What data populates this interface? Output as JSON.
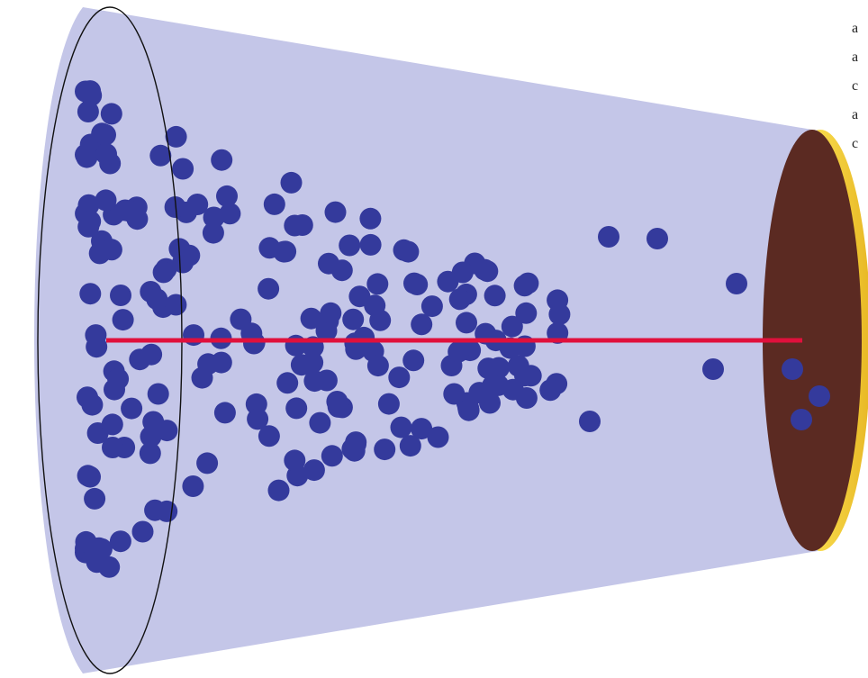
{
  "scene": {
    "cone_fill": "#c4c6e8",
    "cone_outline": "#111111",
    "particle_color": "#343a9c",
    "axis_color": "#e0103c",
    "detector_face_color": "#5e2a22",
    "detector_rim_color": "#f2c830",
    "particle_count": 200
  },
  "side_labels": [
    "a",
    "a",
    "c",
    "a",
    "c"
  ]
}
